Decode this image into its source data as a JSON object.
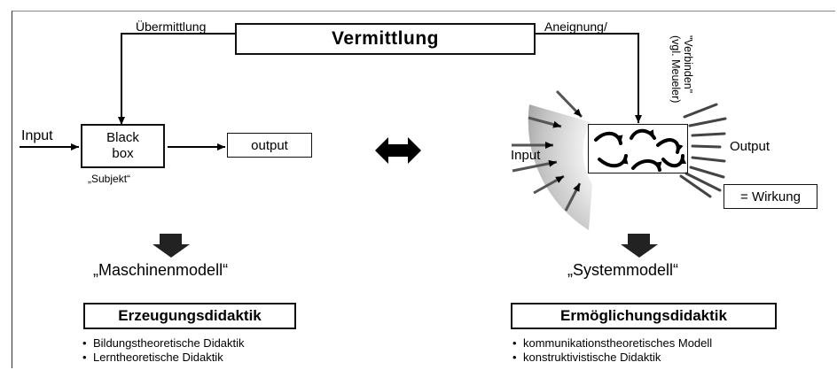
{
  "top": {
    "center_box": "Vermittlung",
    "left_label": "Übermittlung",
    "right_label": "Aneignung/",
    "verbinden_line1": "\"Verbinden\"",
    "verbinden_line2": "(vgl. Meueler)"
  },
  "machine": {
    "input": "Input",
    "box_line1": "Black",
    "box_line2": "box",
    "box_caption": "„Subjekt“",
    "output": "output",
    "model_name": "„Maschinenmodell“",
    "didactics": "Erzeugungsdidaktik",
    "bullets": [
      "Bildungstheoretische Didaktik",
      "Lerntheoretische Didaktik"
    ]
  },
  "system": {
    "input": "Input",
    "output": "Output",
    "effect": "= Wirkung",
    "model_name": "„Systemmodell“",
    "didactics": "Ermöglichungsdidaktik",
    "bullets": [
      "kommunikationstheoretisches Modell",
      "konstruktivistische Didaktik"
    ]
  },
  "colors": {
    "ink": "#000000",
    "background": "#ffffff",
    "halo_light": "#f4f4f4",
    "halo_dark": "#9a9a9a"
  }
}
